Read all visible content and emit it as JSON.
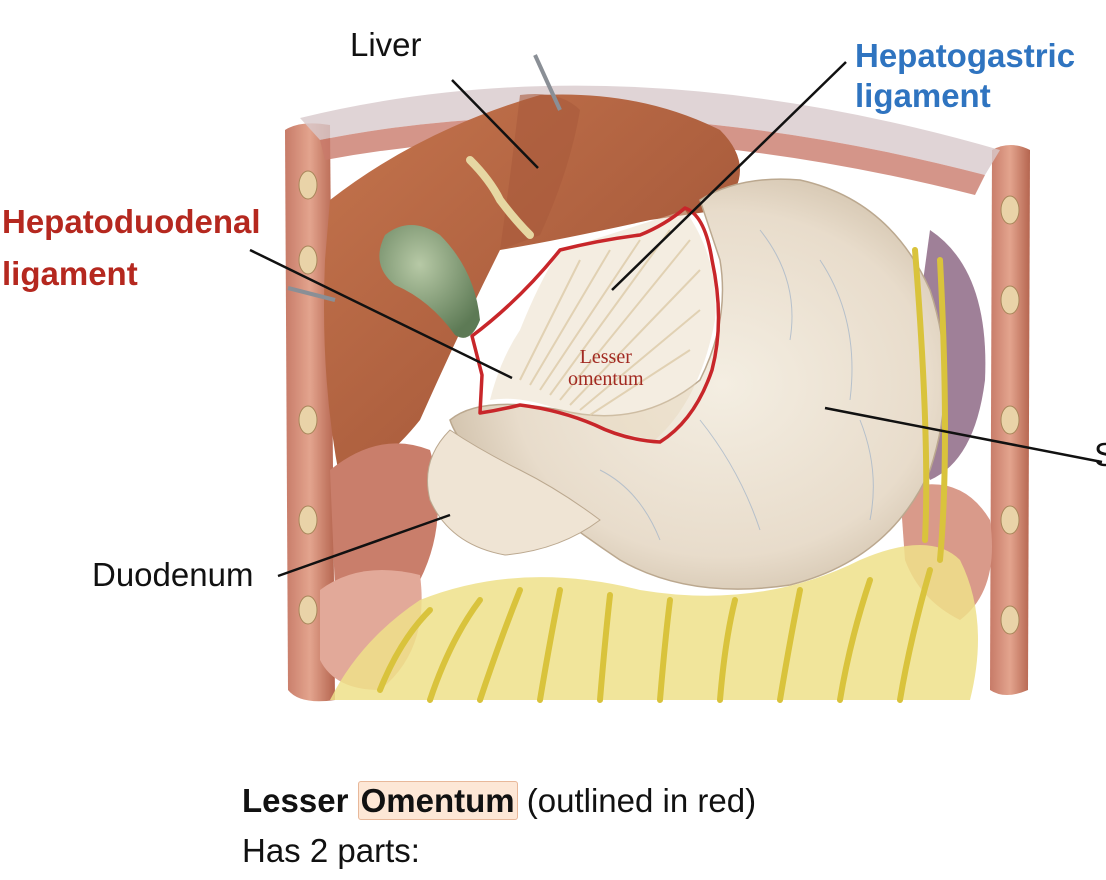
{
  "figure": {
    "labels": {
      "liver": "Liver",
      "hepatogastric": [
        "Hepatogastric",
        "ligament"
      ],
      "hepatoduodenal": [
        "Hepatoduodenal",
        "ligament"
      ],
      "lesser_omentum": [
        "Lesser",
        "omentum"
      ],
      "duodenum": "Duodenum",
      "stomach_partial": "S"
    },
    "colors": {
      "blue_label": "#2f74c0",
      "red_label": "#b5281f",
      "outline": "#c8262a"
    }
  },
  "caption": {
    "line1_bold_a": "Lesser",
    "line1_bold_b": "Omentum",
    "line1_rest": "(outlined in red)",
    "line2": "Has 2 parts:"
  }
}
